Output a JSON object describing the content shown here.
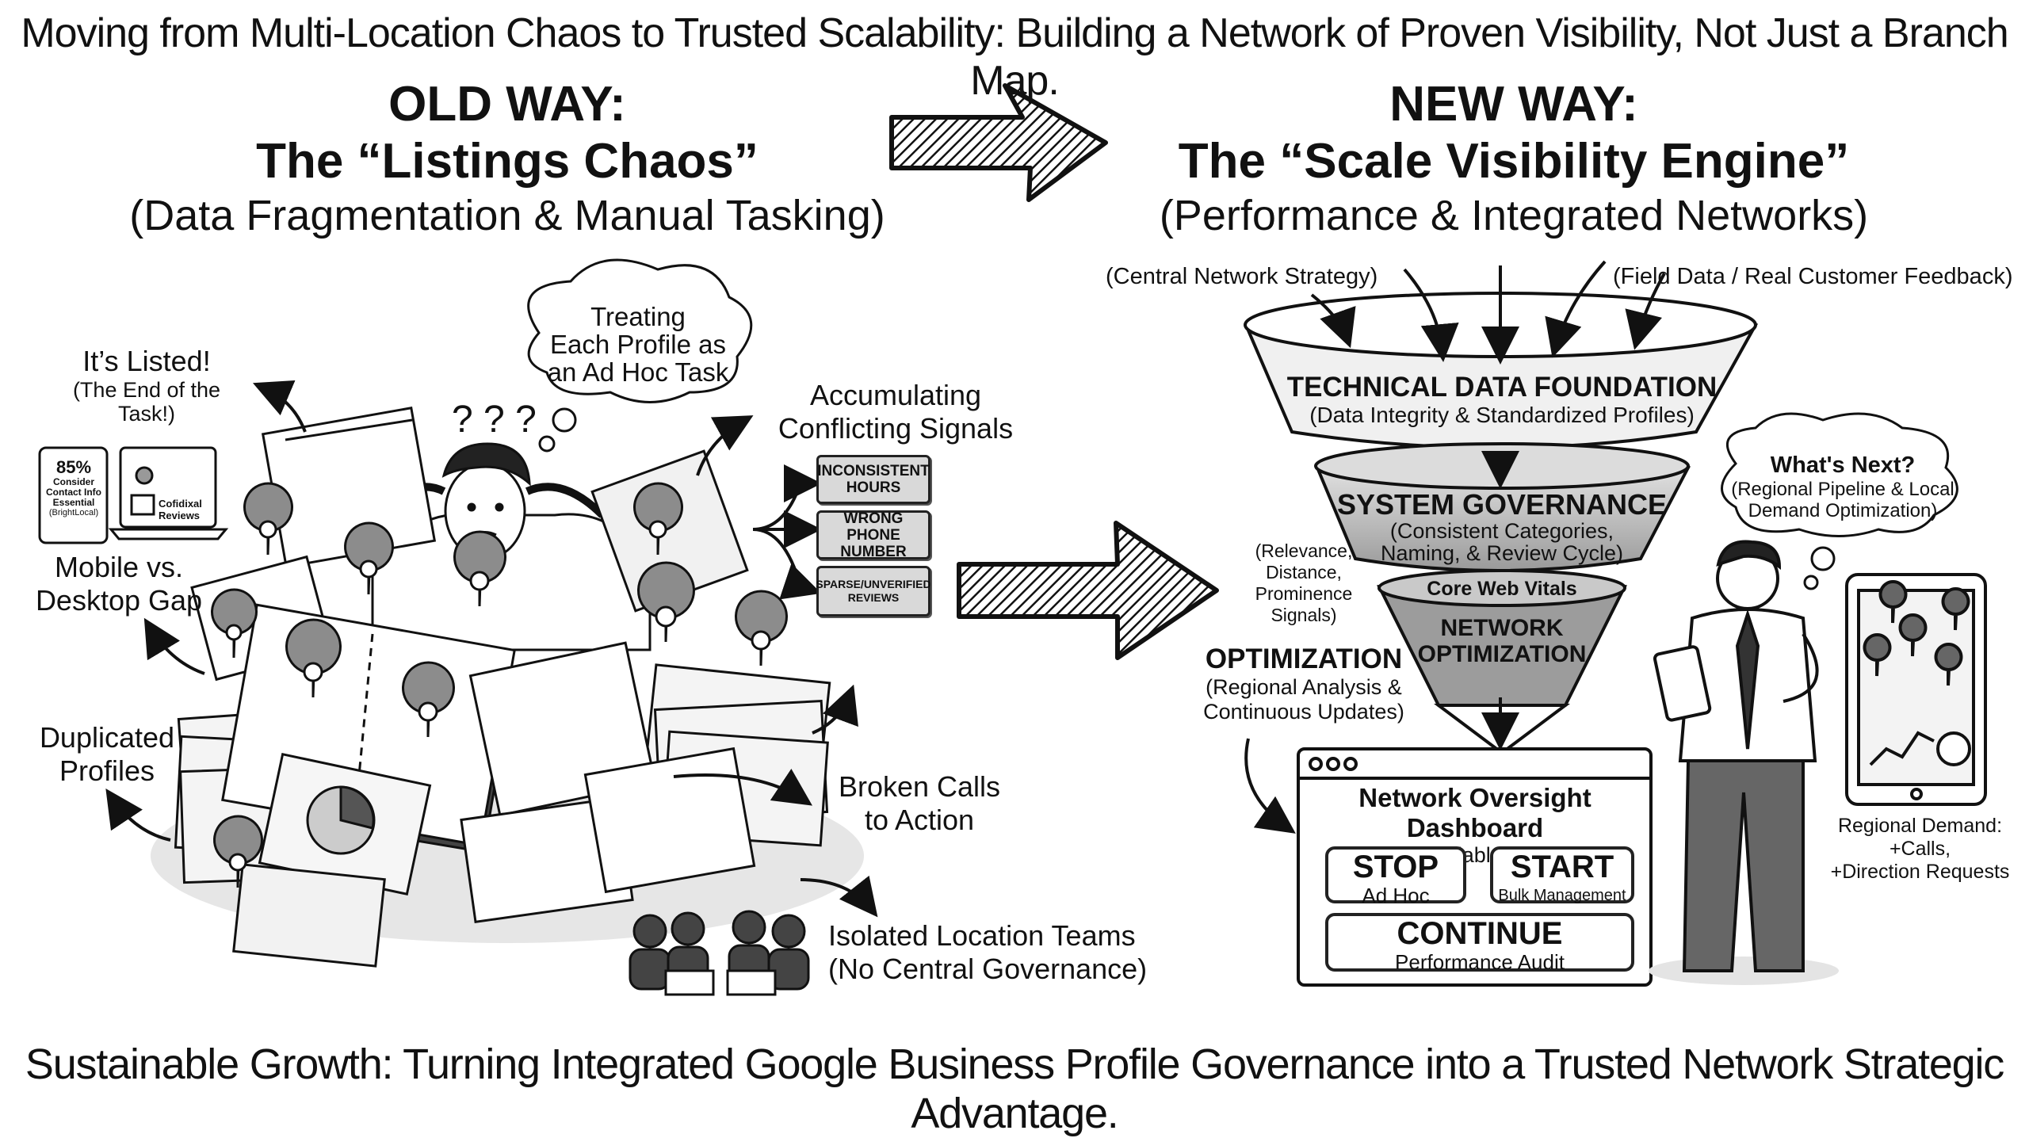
{
  "header": {
    "title": "Moving from Multi-Location Chaos to Trusted Scalability: Building a Network of Proven Visibility, Not Just a Branch Map."
  },
  "old_way": {
    "heading": "OLD WAY:",
    "name": "The “Listings Chaos”",
    "subtitle": "(Data Fragmentation & Manual Tasking)",
    "listed_label": "It’s Listed!",
    "listed_note": "(The End of the Task!)",
    "thought_bubble": [
      "Treating",
      "Each Profile as",
      "an Ad Hoc Task"
    ],
    "conflicting_label": [
      "Accumulating",
      "Conflicting Signals"
    ],
    "signal_tags": [
      "INCONSISTENT HOURS",
      "WRONG PHONE NUMBER",
      "SPARSE/UNVERIFIED REVIEWS"
    ],
    "phone_stat": "85%",
    "phone_text": [
      "Consider",
      "Contact Info",
      "Essential",
      "(BrightLocal)"
    ],
    "laptop_text": [
      "Cofidixal",
      "Reviews"
    ],
    "mobile_gap_label": [
      "Mobile vs.",
      "Desktop Gap"
    ],
    "duplicated_label": [
      "Duplicated",
      "Profiles"
    ],
    "broken_calls_label": [
      "Broken Calls",
      "to Action"
    ],
    "isolated_label": [
      "Isolated Location Teams",
      "(No Central Governance)"
    ]
  },
  "new_way": {
    "heading": "NEW WAY:",
    "name": "The “Scale Visibility Engine”",
    "subtitle": "(Performance & Integrated Networks)",
    "input_left": "(Central Network Strategy)",
    "input_right": "(Field Data / Real Customer Feedback)",
    "funnel": {
      "tier1_title": "TECHNICAL DATA FOUNDATION",
      "tier1_sub": "(Data Integrity & Standardized Profiles)",
      "tier2_title": "SYSTEM GOVERNANCE",
      "tier2_sub1": "(Consistent Categories,",
      "tier2_sub2": "Naming, & Review Cycle)",
      "tier3_title": "Core Web Vitals",
      "tier3_body1": "NETWORK",
      "tier3_body2": "OPTIMIZATION"
    },
    "signals_note": [
      "(Relevance,",
      "Distance,",
      "Prominence",
      "Signals)"
    ],
    "optimization_title": "OPTIMIZATION",
    "optimization_sub": [
      "(Regional Analysis &",
      "Continuous Updates)"
    ],
    "dashboard": {
      "title": "Network Oversight Dashboard",
      "subtitle": "(or \"Scalable View\")",
      "stop": "STOP",
      "stop_sub": "Ad Hoc",
      "start": "START",
      "start_sub": "Bulk Management",
      "continue": "CONTINUE",
      "continue_sub": "Performance Audit"
    },
    "whats_next_title": "What's Next?",
    "whats_next_sub": [
      "(Regional Pipeline & Local",
      "Demand Optimization)"
    ],
    "regional_demand": [
      "Regional Demand:",
      "+Calls,",
      "+Direction Requests"
    ]
  },
  "footer": {
    "text": "Sustainable Growth: Turning Integrated Google Business Profile Governance into a Trusted Network Strategic Advantage."
  }
}
